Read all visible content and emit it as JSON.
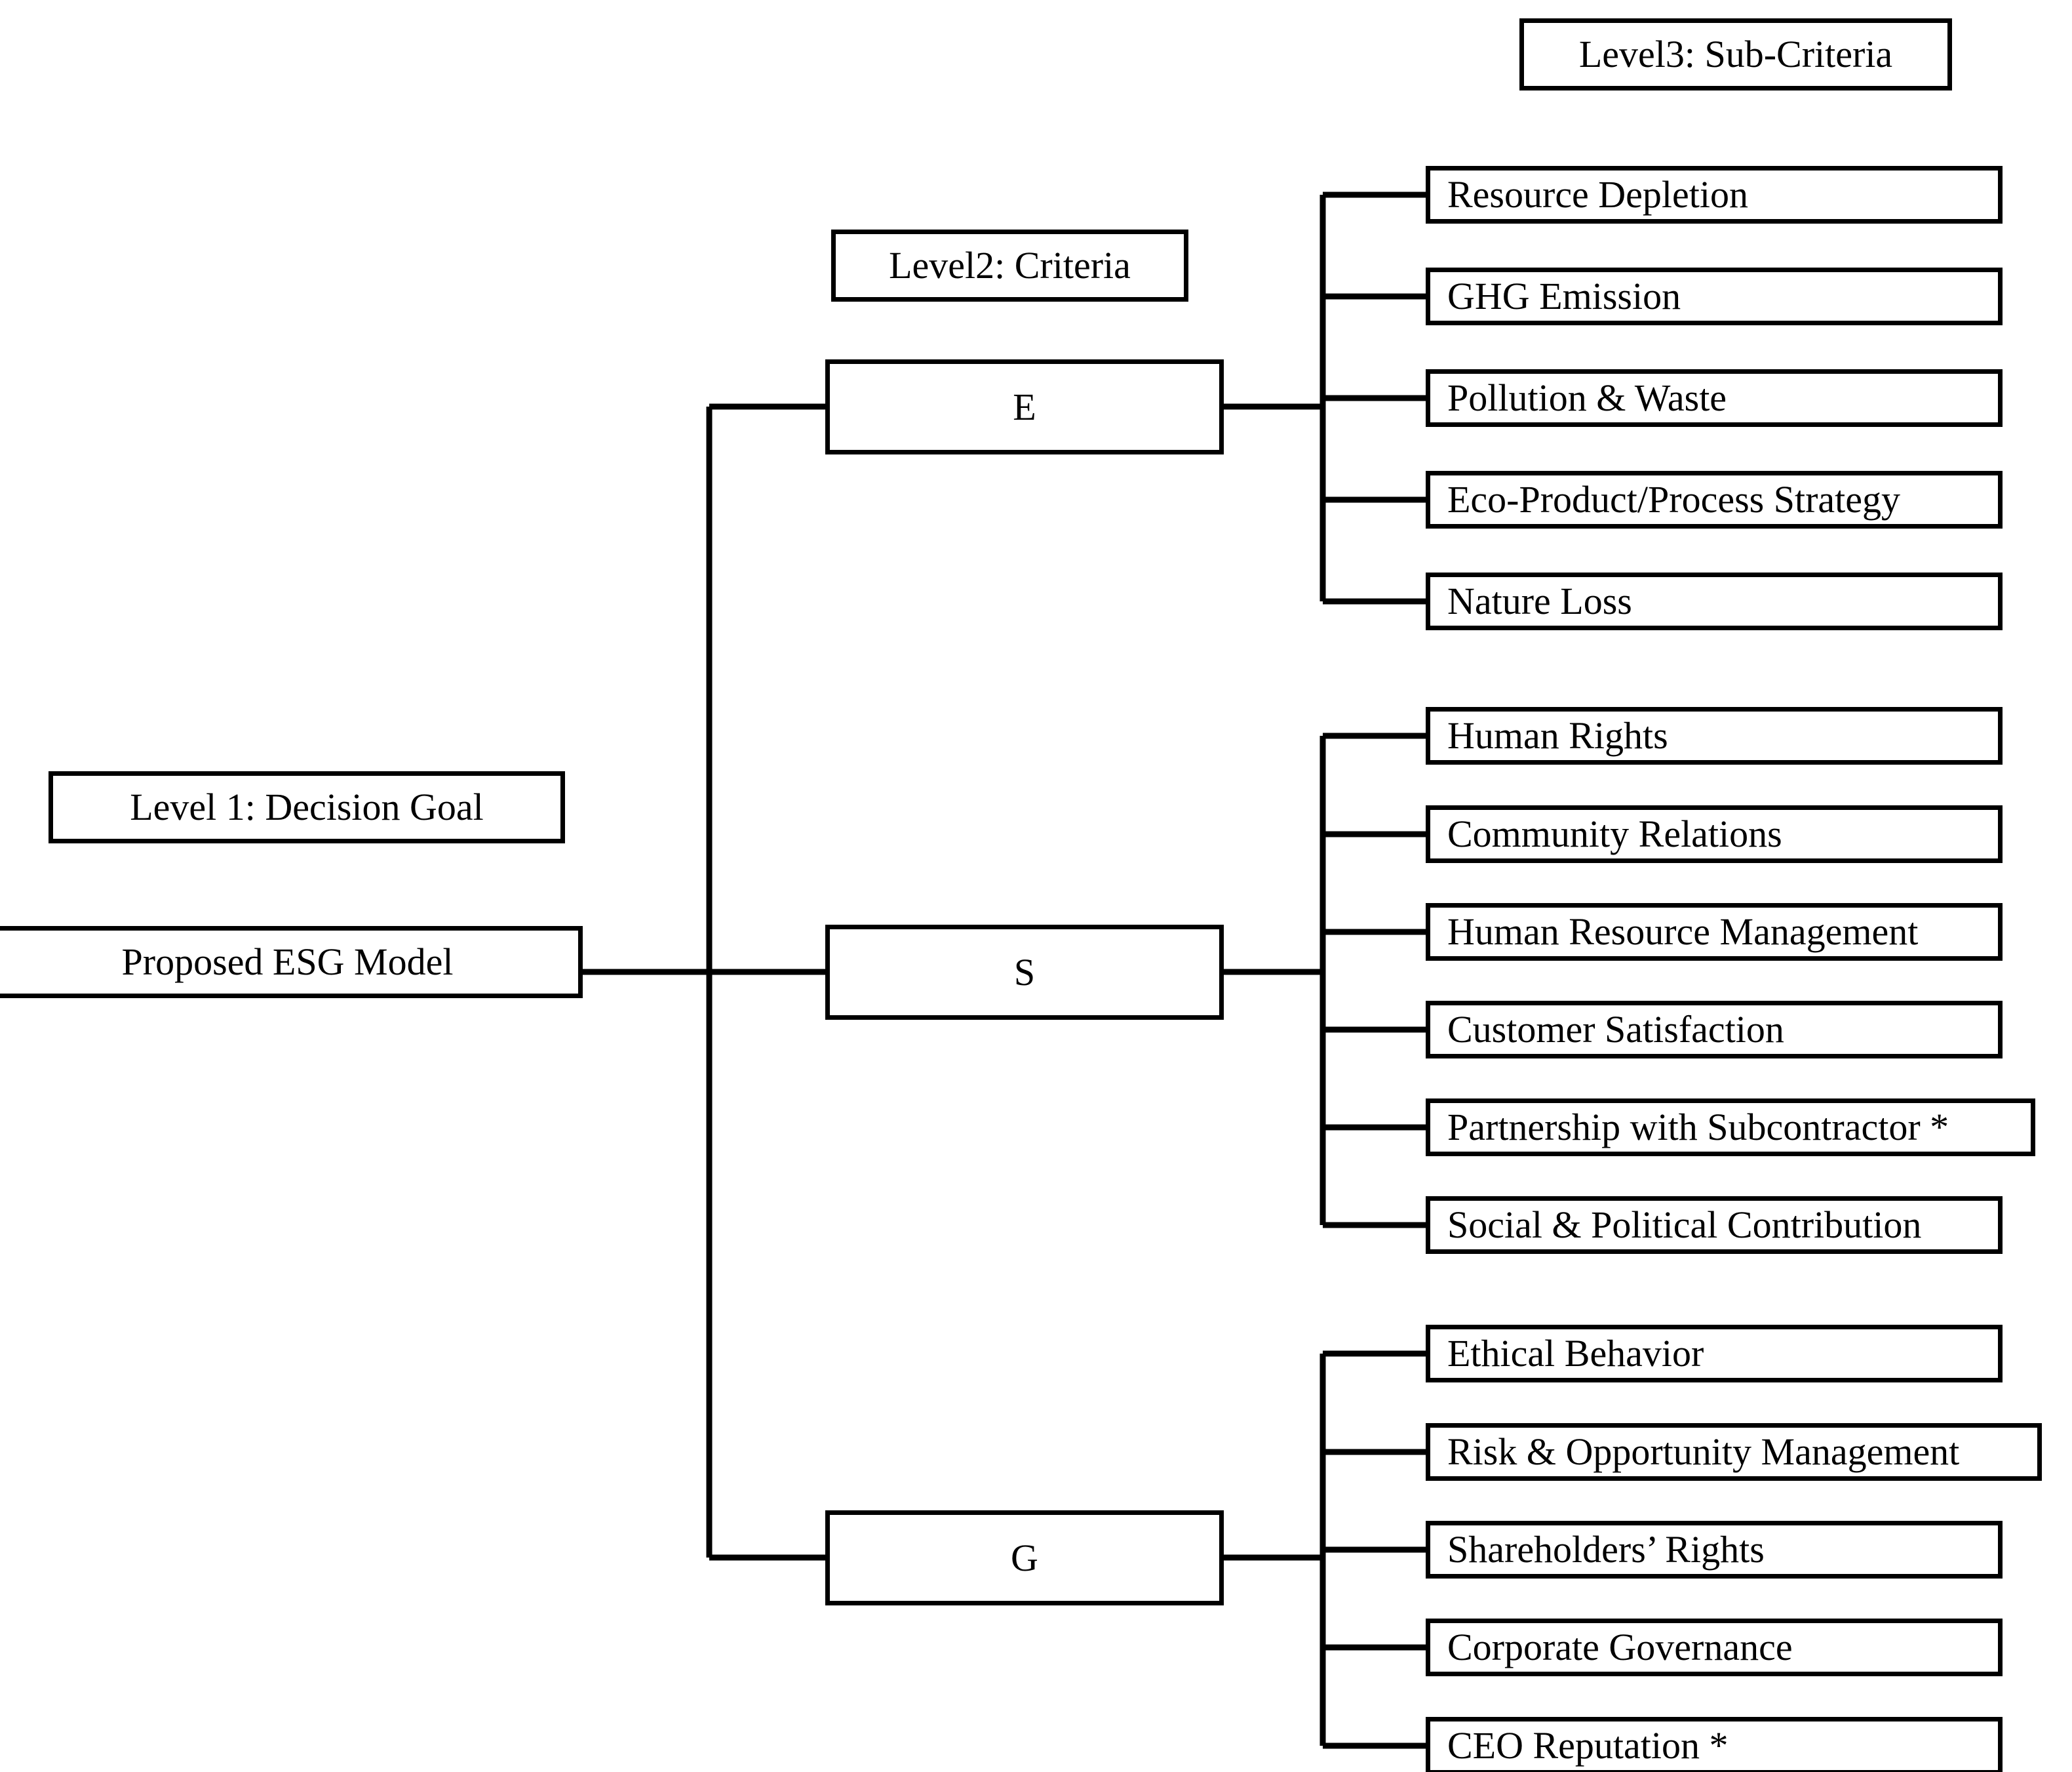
{
  "diagram": {
    "type": "hierarchy-tree",
    "legends": [
      {
        "id": "level1",
        "label": "Level 1: Decision Goal"
      },
      {
        "id": "level2",
        "label": "Level2: Criteria"
      },
      {
        "id": "level3",
        "label": "Level3: Sub-Criteria"
      }
    ],
    "goal": {
      "label": "Proposed ESG Model"
    },
    "criteria": [
      {
        "id": "E",
        "label": "E"
      },
      {
        "id": "S",
        "label": "S"
      },
      {
        "id": "G",
        "label": "G"
      }
    ],
    "sub_criteria": {
      "E": [
        "Resource Depletion",
        "GHG Emission",
        "Pollution & Waste",
        "Eco-Product/Process Strategy",
        "Nature Loss"
      ],
      "S": [
        "Human Rights",
        "Community Relations",
        "Human Resource Management",
        "Customer Satisfaction",
        "Partnership with Subcontractor *",
        "Social & Political Contribution"
      ],
      "G": [
        "Ethical Behavior",
        "Risk & Opportunity Management",
        "Shareholders’ Rights",
        "Corporate Governance",
        "CEO Reputation *"
      ]
    },
    "colors": {
      "stroke": "#000000",
      "fill": "#ffffff",
      "text": "#000000"
    }
  }
}
